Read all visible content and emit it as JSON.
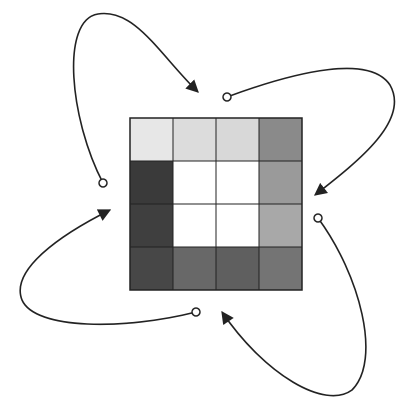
{
  "grid": {
    "rows": 4,
    "cols": 4,
    "cells": [
      [
        "#e7e7e7",
        "#dcdcdc",
        "#d8d8d8",
        "#8a8a8a"
      ],
      [
        "#3a3a3a",
        "#ffffff",
        "#ffffff",
        "#9a9a9a"
      ],
      [
        "#3f3f3f",
        "#ffffff",
        "#ffffff",
        "#a8a8a8"
      ],
      [
        "#474747",
        "#686868",
        "#5f5f5f",
        "#747474"
      ]
    ],
    "border_color": "#222222"
  },
  "arrows": [
    {
      "name": "arrow-top-left-loop",
      "from": "left-side",
      "to": "top-side",
      "tail_marker": "open-circle",
      "head_marker": "arrowhead"
    },
    {
      "name": "arrow-top-right-loop",
      "from": "top-side",
      "to": "right-side",
      "tail_marker": "open-circle",
      "head_marker": "arrowhead"
    },
    {
      "name": "arrow-right-bottom-loop",
      "from": "right-side",
      "to": "bottom-side",
      "tail_marker": "open-circle",
      "head_marker": "arrowhead"
    },
    {
      "name": "arrow-bottom-left-loop",
      "from": "bottom-side",
      "to": "left-side",
      "tail_marker": "open-circle",
      "head_marker": "arrowhead"
    }
  ],
  "colors": {
    "stroke": "#222222",
    "background": "#ffffff"
  }
}
